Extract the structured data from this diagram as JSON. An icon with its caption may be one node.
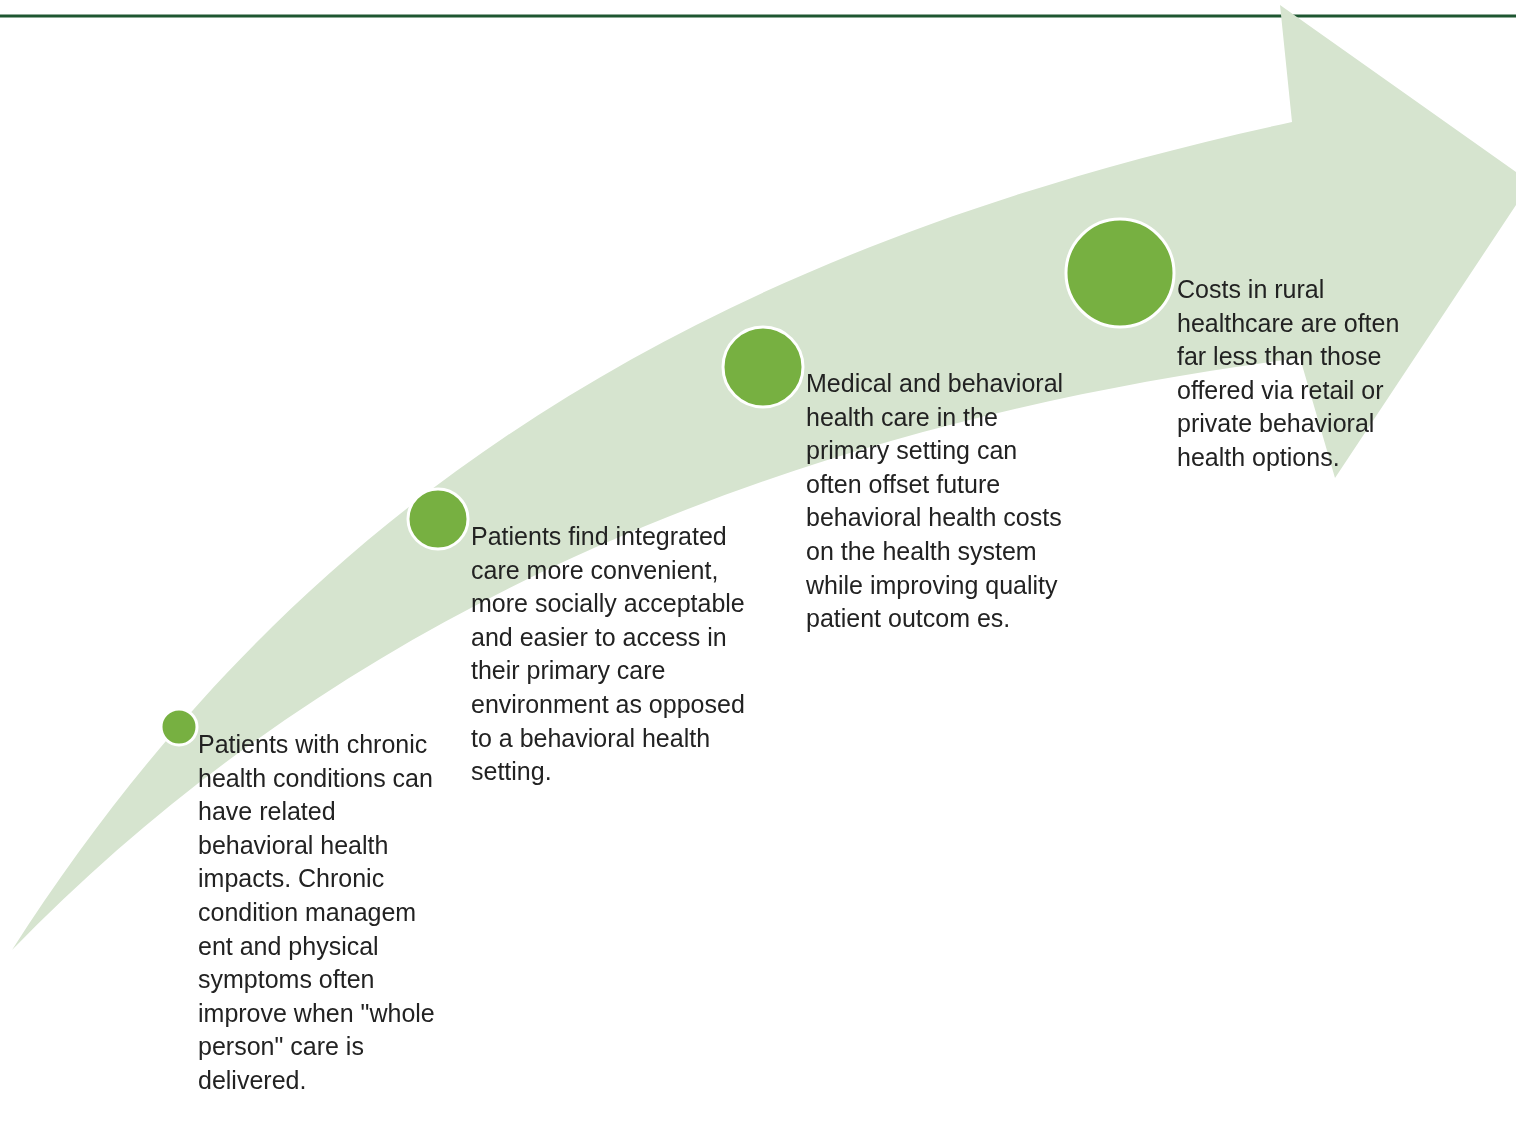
{
  "diagram": {
    "nodes": [
      {
        "text": [],
        "shape": "circle",
        "beside": [
          "Patients with chronic health conditions can have related behavioral health impacts. Chronic condition managem ent and physical symptoms often improve when \"whole person\" care is delivered."
        ]
      },
      {
        "text": [],
        "shape": "circle",
        "beside": [
          "Patients find integrated care more convenient, more socially acceptable and easier to access in their primary care environment as opposed to a behavioral health setting."
        ]
      },
      {
        "text": [],
        "shape": "circle",
        "beside": [
          "Medical and behavioral health care in the primary setting can often offset future behavioral health costs on the health system while improving quality patient outcom es."
        ]
      },
      {
        "text": [],
        "shape": "circle",
        "beside": [
          "Costs in rural healthcare are often far less than those offered via retail or private behavioral health options."
        ]
      }
    ]
  }
}
